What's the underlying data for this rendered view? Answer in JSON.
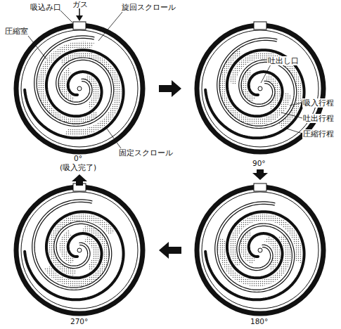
{
  "diagram": {
    "labels": [
      "ガス",
      "吸込み口",
      "旋回スクロール",
      "圧縮室",
      "固定スクロール",
      "0°",
      "(吸入完了)",
      "吐出し口",
      "吸入行程",
      "吐出行程",
      "圧縮行程",
      "90°",
      "270°",
      "180°"
    ]
  }
}
